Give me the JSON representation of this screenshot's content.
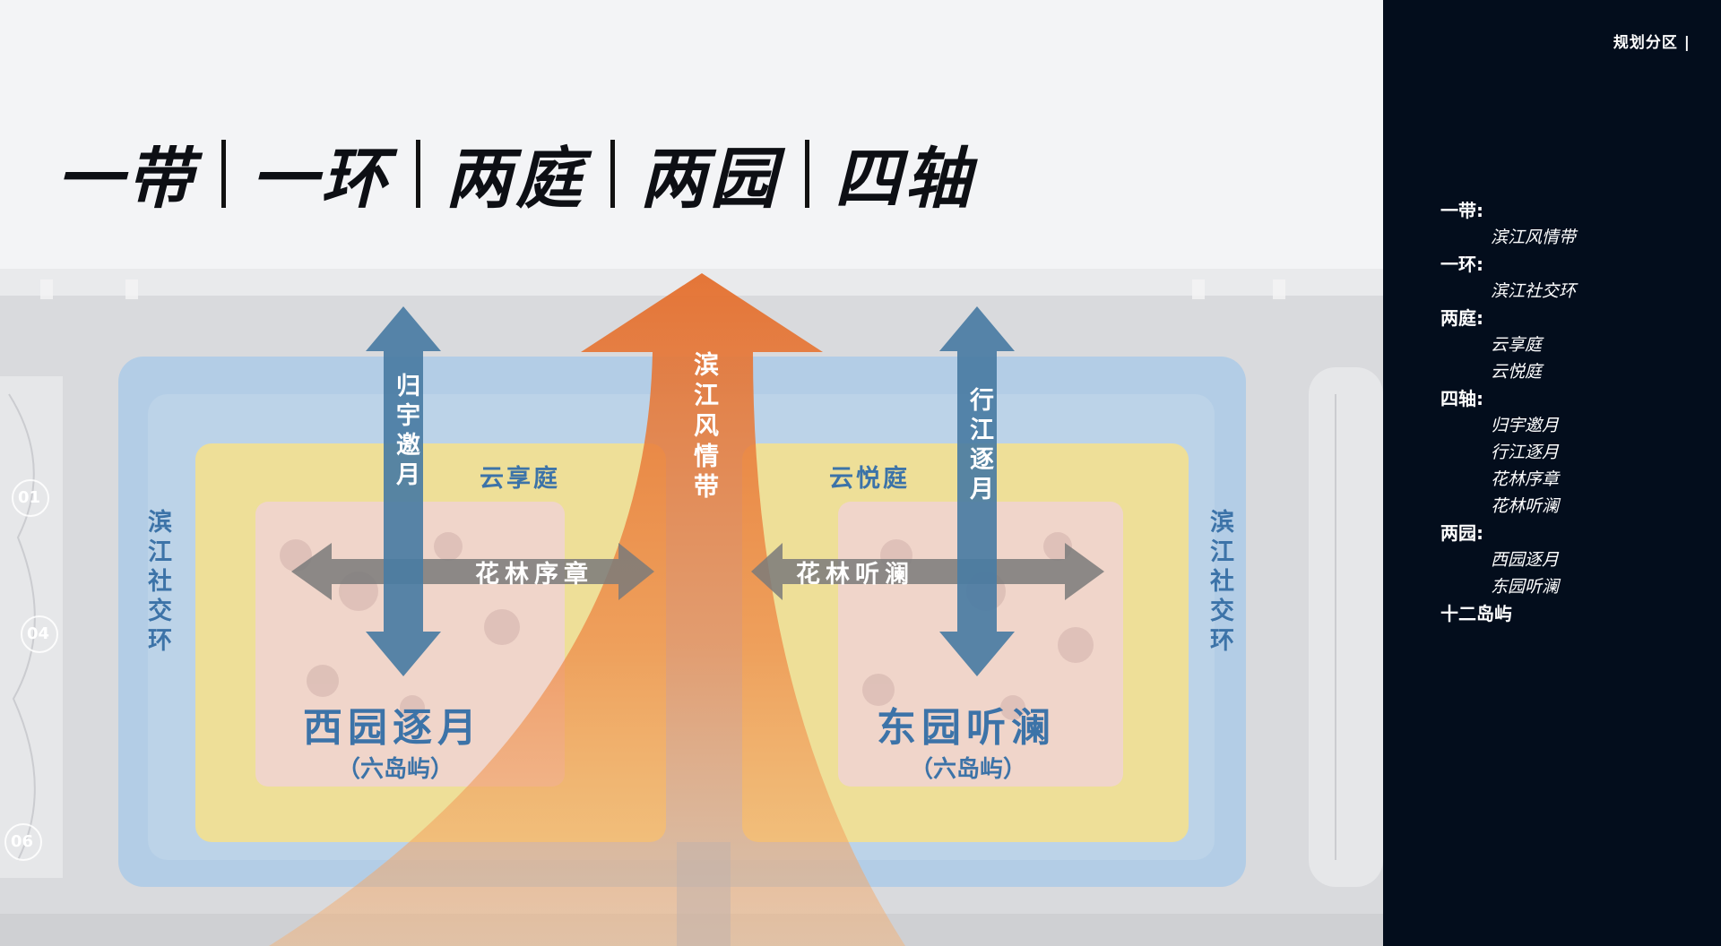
{
  "title": {
    "words": [
      "一带",
      "一环",
      "两庭",
      "两园",
      "四轴"
    ]
  },
  "panel": {
    "top_label": "规划分区 |",
    "legend": [
      {
        "head": "一带:",
        "subs": [
          "滨江风情带"
        ]
      },
      {
        "head": "一环:",
        "subs": [
          "滨江社交环"
        ]
      },
      {
        "head": "两庭:",
        "subs": [
          "云享庭",
          "云悦庭"
        ]
      },
      {
        "head": "四轴:",
        "subs": [
          "归宇邀月",
          "行江逐月",
          "花林序章",
          "花林听澜"
        ]
      },
      {
        "head": "两园:",
        "subs": [
          "西园逐月",
          "东园听澜"
        ]
      },
      {
        "head": "十二岛屿",
        "subs": []
      }
    ]
  },
  "diagram": {
    "central_band": "滨江风情带",
    "left_ring": "滨江社交环",
    "right_ring": "滨江社交环",
    "court_left": "云享庭",
    "court_right": "云悦庭",
    "axis_left_vertical": "归宇邀月",
    "axis_right_vertical": "行江逐月",
    "axis_left_horizontal": "花林序章",
    "axis_right_horizontal": "花林听澜",
    "garden_west": "西园逐月",
    "garden_west_sub": "（六岛屿）",
    "garden_east": "东园听澜",
    "garden_east_sub": "（六岛屿）",
    "markers": [
      "01",
      "04",
      "06"
    ]
  },
  "colors": {
    "ring_blue": "#a9c9e8",
    "court_yellow": "#f7e08a",
    "garden_pink": "#f0d4cf",
    "band_orange": "#e46f2e",
    "axis_blue": "#4a7ca3",
    "axis_gray": "#7a7a7a",
    "label_blue": "#3c73a8",
    "panel_bg": "#030d1c"
  }
}
